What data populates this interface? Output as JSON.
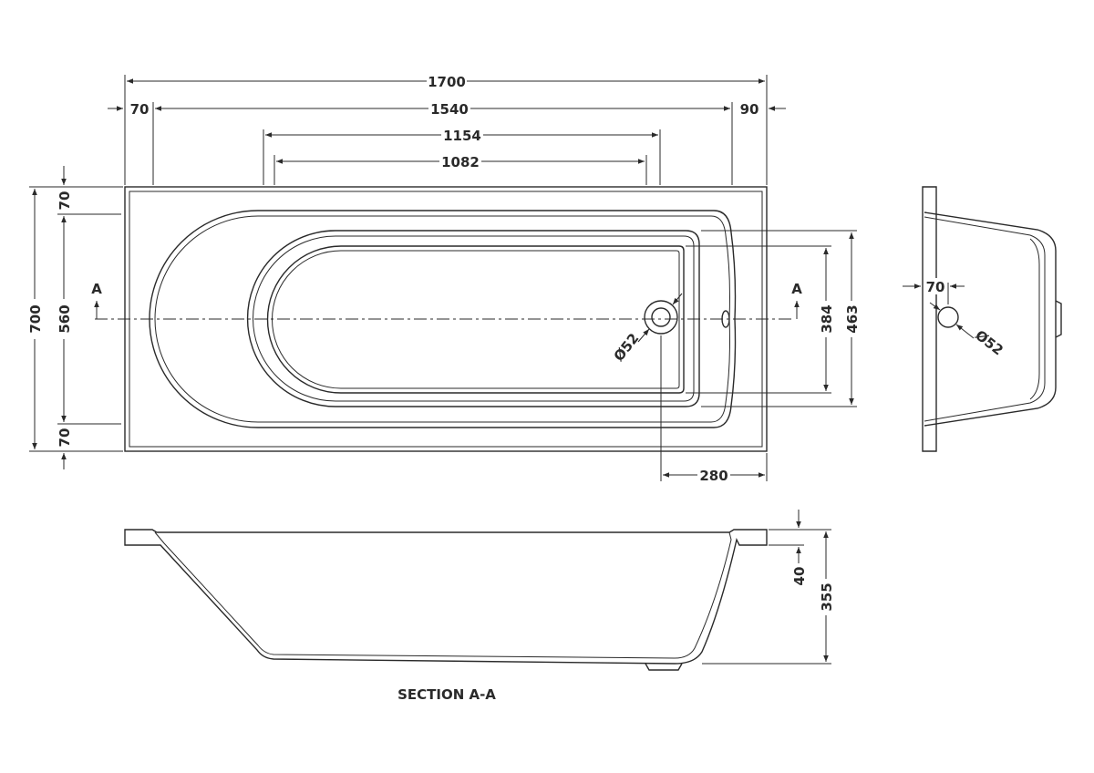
{
  "dimensions": {
    "overall_length": "1700",
    "left_rim": "70",
    "inner_length": "1540",
    "right_rim": "90",
    "bowl_outer_length": "1154",
    "bowl_inner_length": "1082",
    "overall_width": "700",
    "inner_width": "560",
    "top_rim": "70",
    "bottom_rim": "70",
    "bowl_outer_width": "463",
    "bowl_inner_width": "384",
    "waste_diameter": "Ø52",
    "waste_offset": "280",
    "end_waste_offset": "70",
    "end_waste_diameter": "Ø52",
    "rim_depth": "40",
    "overall_depth": "355"
  },
  "labels": {
    "section_marker_left": "A",
    "section_marker_right": "A",
    "section_title": "SECTION A-A"
  }
}
